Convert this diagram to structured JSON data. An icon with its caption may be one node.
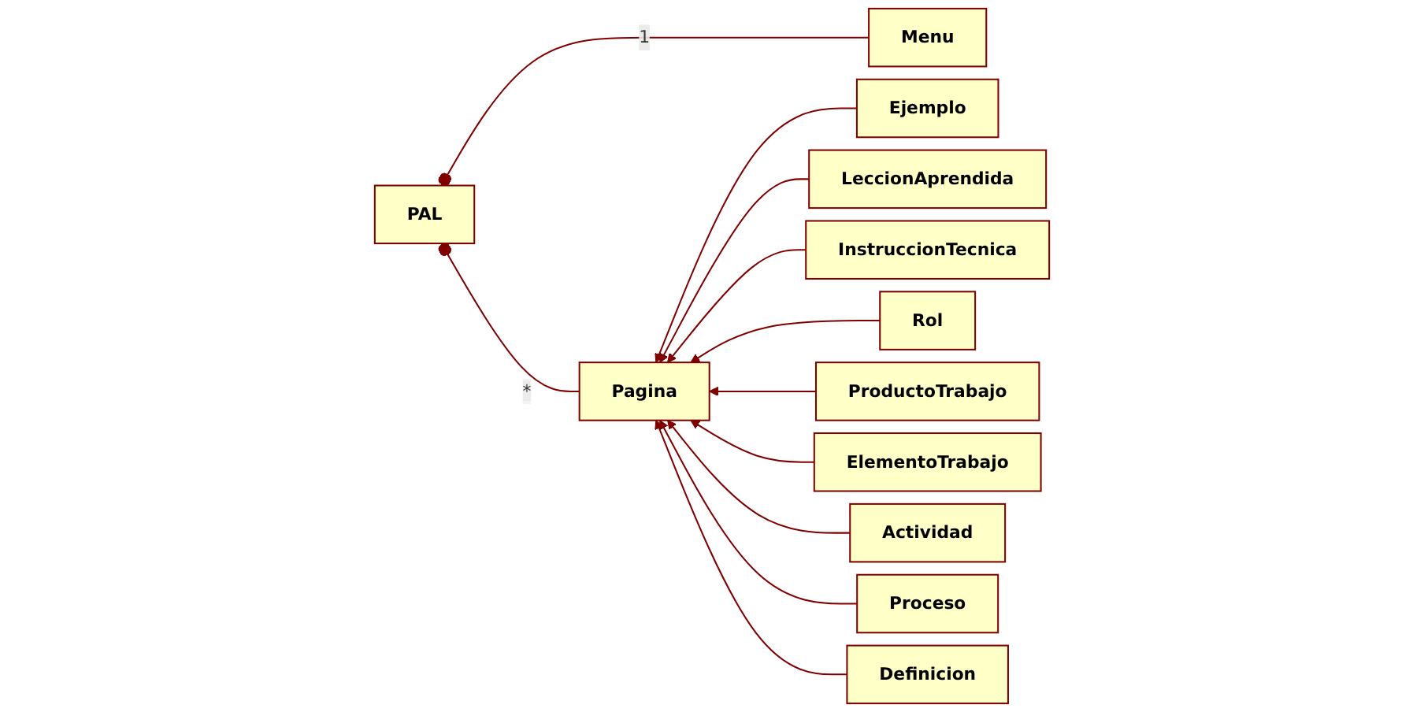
{
  "diagram": {
    "nodes": [
      {
        "text": [
          "PAL"
        ]
      },
      {
        "text": [
          "Menu"
        ]
      },
      {
        "text": [
          "Pagina"
        ]
      },
      {
        "text": [
          "Ejemplo"
        ]
      },
      {
        "text": [
          "LeccionAprendida"
        ]
      },
      {
        "text": [
          "InstruccionTecnica"
        ]
      },
      {
        "text": [
          "Rol"
        ]
      },
      {
        "text": [
          "ProductoTrabajo"
        ]
      },
      {
        "text": [
          "ElementoTrabajo"
        ]
      },
      {
        "text": [
          "Actividad"
        ]
      },
      {
        "text": [
          "Proceso"
        ]
      },
      {
        "text": [
          "Definicion"
        ]
      }
    ],
    "edges": [
      {
        "from": 1,
        "to": 0,
        "arrow": "other",
        "label": "1"
      },
      {
        "from": 2,
        "to": 0,
        "arrow": "other",
        "label": "*"
      },
      {
        "from": 3,
        "to": 2,
        "arrow": "to"
      },
      {
        "from": 4,
        "to": 2,
        "arrow": "to"
      },
      {
        "from": 5,
        "to": 2,
        "arrow": "to"
      },
      {
        "from": 6,
        "to": 2,
        "arrow": "to"
      },
      {
        "from": 7,
        "to": 2,
        "arrow": "to"
      },
      {
        "from": 8,
        "to": 2,
        "arrow": "to"
      },
      {
        "from": 9,
        "to": 2,
        "arrow": "to"
      },
      {
        "from": 10,
        "to": 2,
        "arrow": "to"
      },
      {
        "from": 11,
        "to": 2,
        "arrow": "to"
      }
    ]
  }
}
